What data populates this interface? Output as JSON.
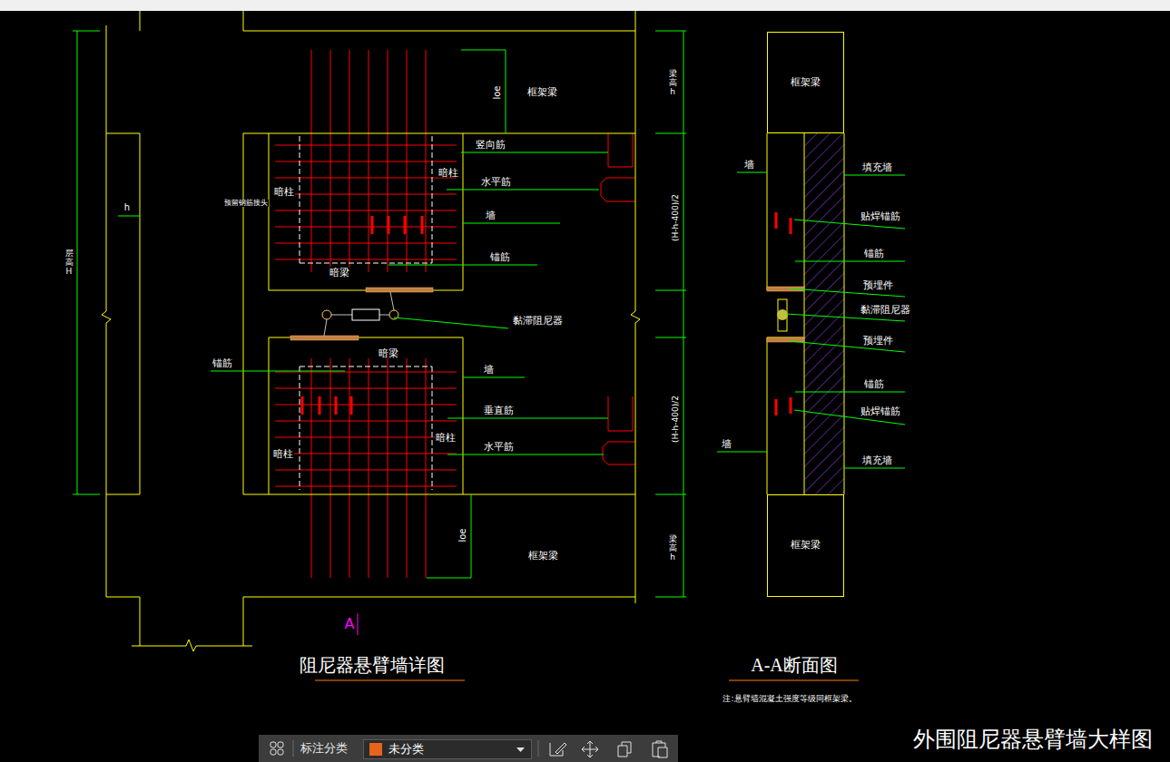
{
  "diagram": {
    "title": "外围阻尼器悬臂墙大样图",
    "nodes": [
      {
        "text": [
          "框架梁"
        ]
      },
      {
        "text": [
          "框架梁"
        ]
      },
      {
        "text": [
          "标注分类"
        ]
      },
      {
        "text": [
          "未分类"
        ],
        "in": 2
      }
    ],
    "labels": [
      "层高H",
      "h",
      "loe",
      "框架梁",
      "竖向筋",
      "暗柱",
      "暗柱",
      "预留钢筋接头",
      "水平筋",
      "墙",
      "锚筋",
      "暗梁",
      "黏滞阻尼器",
      "暗梁",
      "锚筋",
      "墙",
      "垂直筋",
      "暗柱",
      "水平筋",
      "暗柱",
      "loe",
      "框架梁",
      "梁高h",
      "(H-h-400)/2",
      "(H-h-400)/2",
      "梁高h",
      "A",
      "阻尼器悬臂墙详图",
      "墙",
      "填充墙",
      "贴焊锚筋",
      "锚筋",
      "预埋件",
      "黏滞阻尼器",
      "预埋件",
      "锚筋",
      "贴焊锚筋",
      "墙",
      "填充墙",
      "A-A断面图",
      "注:悬臂墙混凝土强度等级同框架梁。"
    ]
  }
}
